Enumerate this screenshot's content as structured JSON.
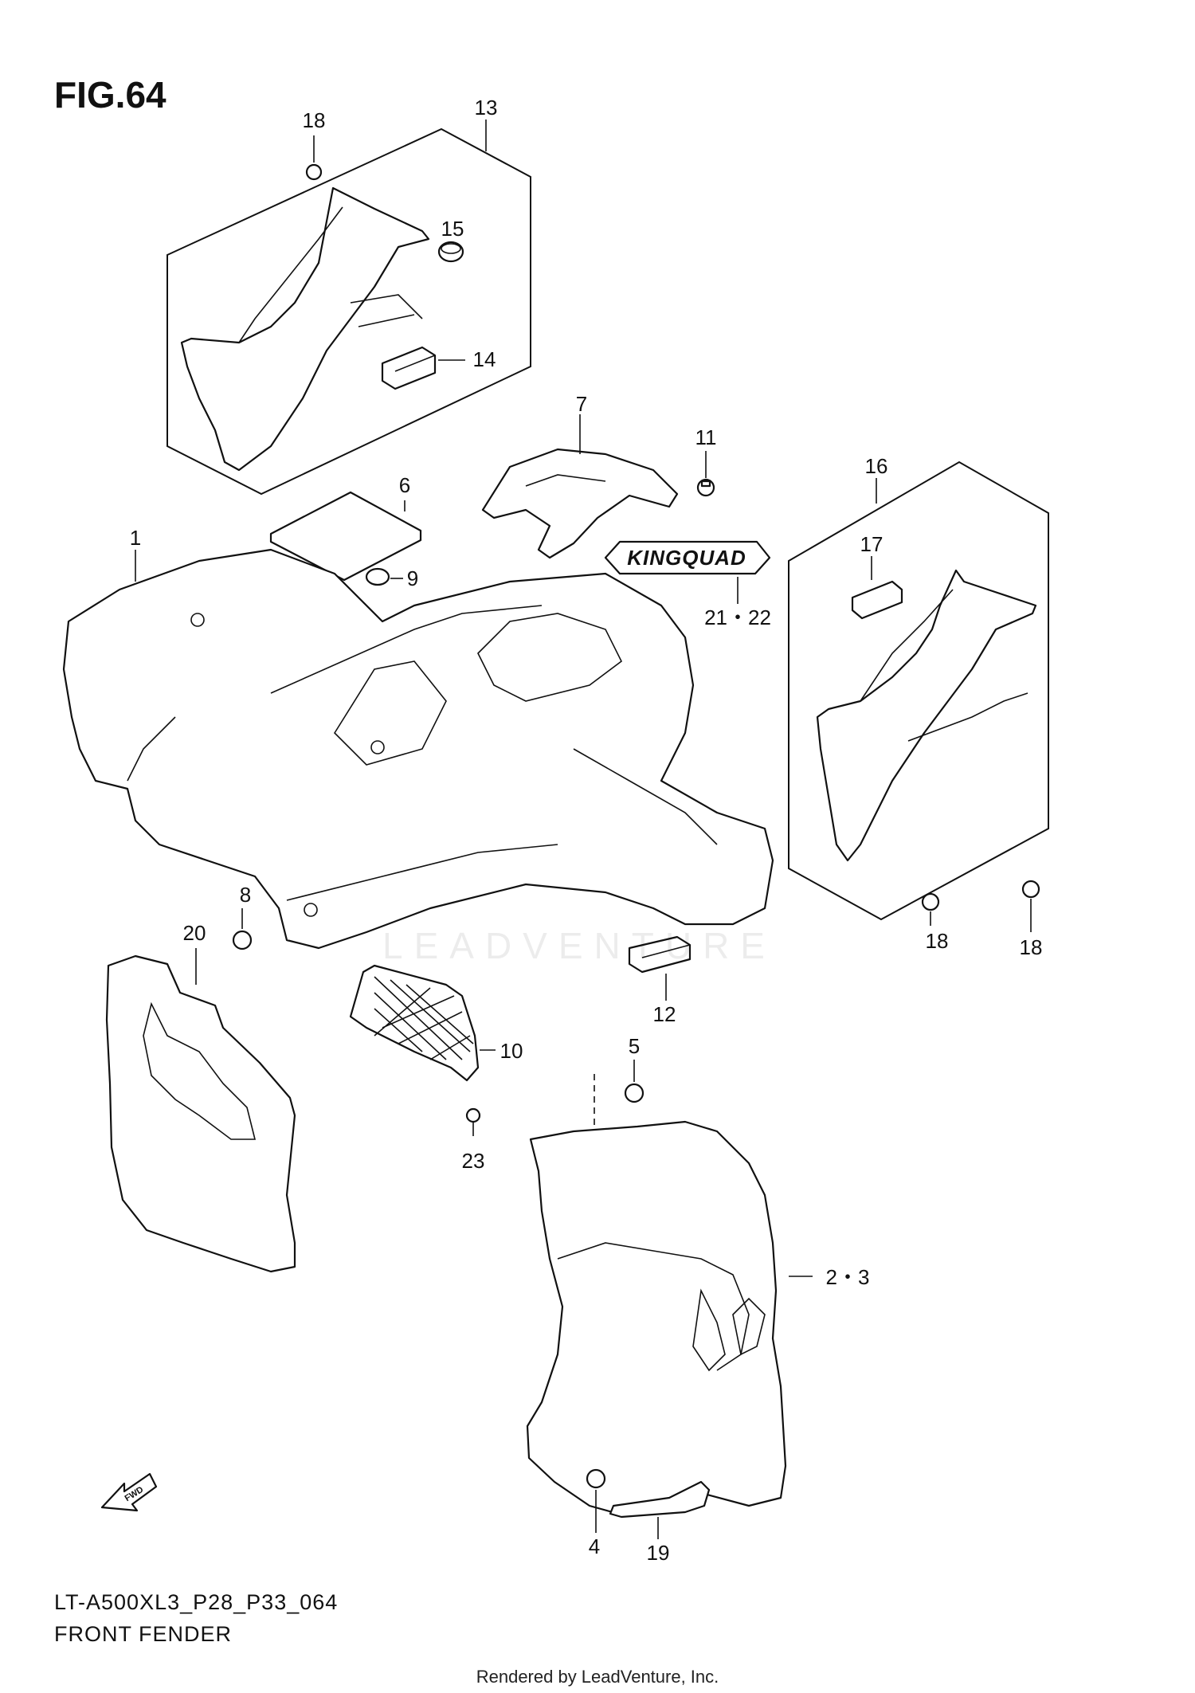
{
  "figure": {
    "title": "FIG.64"
  },
  "model_code": "LT-A500XL3_P28_P33_064",
  "section_name": "FRONT FENDER",
  "credit": "Rendered by LeadVenture, Inc.",
  "watermark": "LEADVENTURE",
  "decal_text": "KINGQUAD",
  "direction_marker": "FWD",
  "callouts": {
    "c1": "1",
    "c2_3": "2・3",
    "c4": "4",
    "c5": "5",
    "c6": "6",
    "c7": "7",
    "c8": "8",
    "c9": "9",
    "c10": "10",
    "c11": "11",
    "c12": "12",
    "c13": "13",
    "c14": "14",
    "c15": "15",
    "c16": "16",
    "c17": "17",
    "c18_top": "18",
    "c18_mid": "18",
    "c18_right": "18",
    "c19": "19",
    "c20": "20",
    "c21_22": "21・22",
    "c23": "23"
  }
}
